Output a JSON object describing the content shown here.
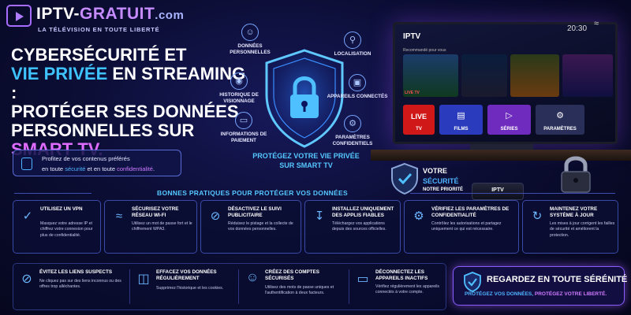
{
  "brand": {
    "name_part1": "IPTV-",
    "name_part2": "GRATUIT",
    "name_part3": ".com",
    "tagline": "LA TÉLÉVISION EN TOUTE LIBERTÉ"
  },
  "title": {
    "line1": "CYBERSÉCURITÉ ET",
    "line2_highlight": "VIE PRIVÉE",
    "line2_rest": " EN STREAMING :",
    "line3": "PROTÉGER SES DONNÉES",
    "line4": "PERSONNELLES SUR",
    "line5_highlight": "SMART TV."
  },
  "info_card": {
    "line1": "Profitez de vos contenus préférés",
    "line2_pre": "en toute ",
    "line2_hl1": "sécurité",
    "line2_mid": " et en toute ",
    "line2_hl2": "confidentialité",
    "line2_end": "."
  },
  "shield_nodes": {
    "donnees": "DONNÉES PERSONNELLES",
    "localisation": "LOCALISATION",
    "historique": "HISTORIQUE DE VISIONNAGE",
    "appareils": "APPAREILS CONNECTÉS",
    "paiement": "INFORMATIONS DE PAIEMENT",
    "parametres": "PARAMÈTRES CONFIDENTIELS"
  },
  "shield_tagline": {
    "line1": "PROTÉGEZ VOTRE VIE PRIVÉE",
    "line2": "SUR SMART TV"
  },
  "tv": {
    "app_name": "IPTV",
    "time": "20:30",
    "recommended": "Recommandé pour vous",
    "live_tag": "LIVE TV",
    "tiles": {
      "live_top": "LIVE",
      "live_bottom": "TV",
      "films": "FILMS",
      "series": "SÉRIES",
      "params": "PARAMÈTRES"
    }
  },
  "security_badge": {
    "line1": "VOTRE",
    "line2": "SÉCURITÉ",
    "line3": "NOTRE PRIORITÉ"
  },
  "box_label": "IPTV",
  "practices": {
    "title": "BONNES PRATIQUES POUR PROTÉGER VOS DONNÉES",
    "row1": [
      {
        "title": "UTILISEZ UN VPN",
        "desc": "Masquez votre adresse IP et chiffrez votre connexion pour plus de confidentialité."
      },
      {
        "title": "SÉCURISEZ VOTRE RÉSEAU WI-FI",
        "desc": "Utilisez un mot de passe fort et le chiffrement WPA3."
      },
      {
        "title": "DÉSACTIVEZ LE SUIVI PUBLICITAIRE",
        "desc": "Réduisez le pistage et la collecte de vos données personnelles."
      },
      {
        "title": "INSTALLEZ UNIQUEMENT DES APPLIS FIABLES",
        "desc": "Téléchargez vos applications depuis des sources officielles."
      },
      {
        "title": "VÉRIFIEZ LES PARAMÈTRES DE CONFIDENTIALITÉ",
        "desc": "Contrôlez les autorisations et partagez uniquement ce qui est nécessaire."
      },
      {
        "title": "MAINTENEZ VOTRE SYSTÈME À JOUR",
        "desc": "Les mises à jour corrigent les failles de sécurité et améliorent la protection."
      }
    ],
    "row2": [
      {
        "title": "ÉVITEZ LES LIENS SUSPECTS",
        "desc": "Ne cliquez pas sur des liens inconnus ou des offres trop alléchantes."
      },
      {
        "title": "EFFACEZ VOS DONNÉES RÉGULIÈREMENT",
        "desc": "Supprimez l'historique et les cookies."
      },
      {
        "title": "CRÉEZ DES COMPTES SÉCURISÉS",
        "desc": "Utilisez des mots de passe uniques et l'authentification à deux facteurs."
      },
      {
        "title": "DÉCONNECTEZ LES APPAREILS INACTIFS",
        "desc": "Vérifiez régulièrement les appareils connectés à votre compte."
      }
    ]
  },
  "serenity": {
    "title": "REGARDEZ EN TOUTE SÉRÉNITÉ",
    "sub_part1": "PROTÉGEZ VOS DONNÉES, ",
    "sub_part2": "PROTÉGEZ VOTRE LIBERTÉ."
  },
  "colors": {
    "accent_cyan": "#3fc3ff",
    "accent_pink": "#e06bff",
    "background": "#0b0d33"
  }
}
